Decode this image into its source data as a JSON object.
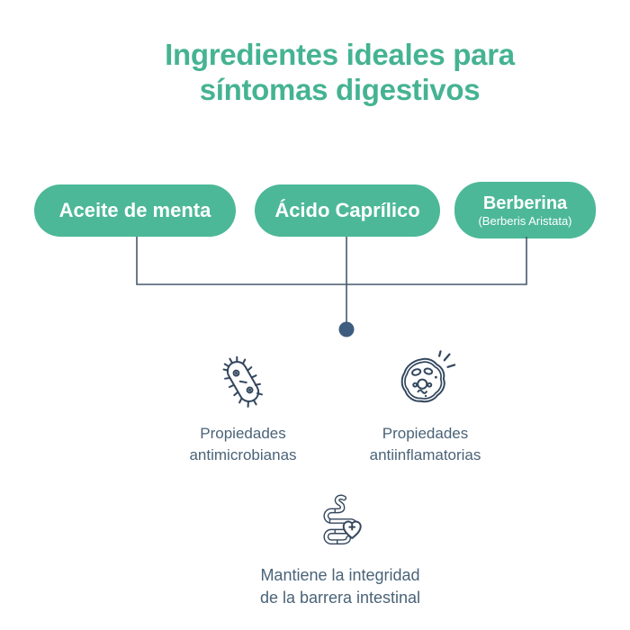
{
  "title": {
    "line1": "Ingredientes ideales para",
    "line2": "síntomas digestivos"
  },
  "ingredients": [
    {
      "label": "Aceite de menta"
    },
    {
      "label": "Ácido Caprílico"
    },
    {
      "label": "Berberina",
      "sublabel": "(Berberis Aristata)"
    }
  ],
  "properties": [
    {
      "icon": "bacteria-icon",
      "label_line1": "Propiedades",
      "label_line2": "antimicrobianas"
    },
    {
      "icon": "cell-icon",
      "label_line1": "Propiedades",
      "label_line2": "antiinflamatorias"
    }
  ],
  "outcome": {
    "icon": "intestine-heart-icon",
    "label_line1": "Mantiene la integridad",
    "label_line2": "de la barrera intestinal"
  },
  "colors": {
    "green": "#4CB897",
    "green_title": "#45B392",
    "slate": "#33475E",
    "slate_text": "#4A6378",
    "line": "#47596C",
    "steel_dot": "#3E5C80",
    "pill_text": "#FFFFFF",
    "background": "#FFFFFF"
  }
}
